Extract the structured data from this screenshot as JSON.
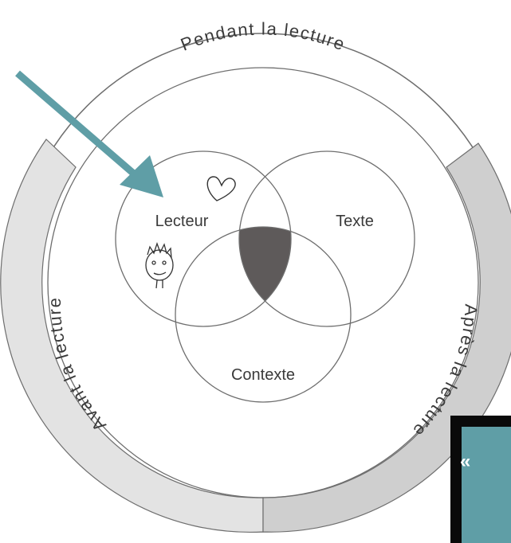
{
  "ring": {
    "top_label": "Pendant la lecture",
    "left_label": "Avant la lecture",
    "right_label": "Après la lecture"
  },
  "venn": {
    "lecteur": "Lecteur",
    "texte": "Texte",
    "contexte": "Contexte"
  },
  "overlay": {
    "quote_mark": "«"
  },
  "colors": {
    "stroke": "#6e6e6e",
    "band_fill": "#d6d6d6",
    "intersection_fill": "#5e5a5a",
    "arrow": "#5f9ea6",
    "overlay_border": "#0a0a0a",
    "overlay_fill": "#5f9ea6"
  },
  "icons": [
    "arrow-icon",
    "heart-icon",
    "reader-face-icon"
  ]
}
